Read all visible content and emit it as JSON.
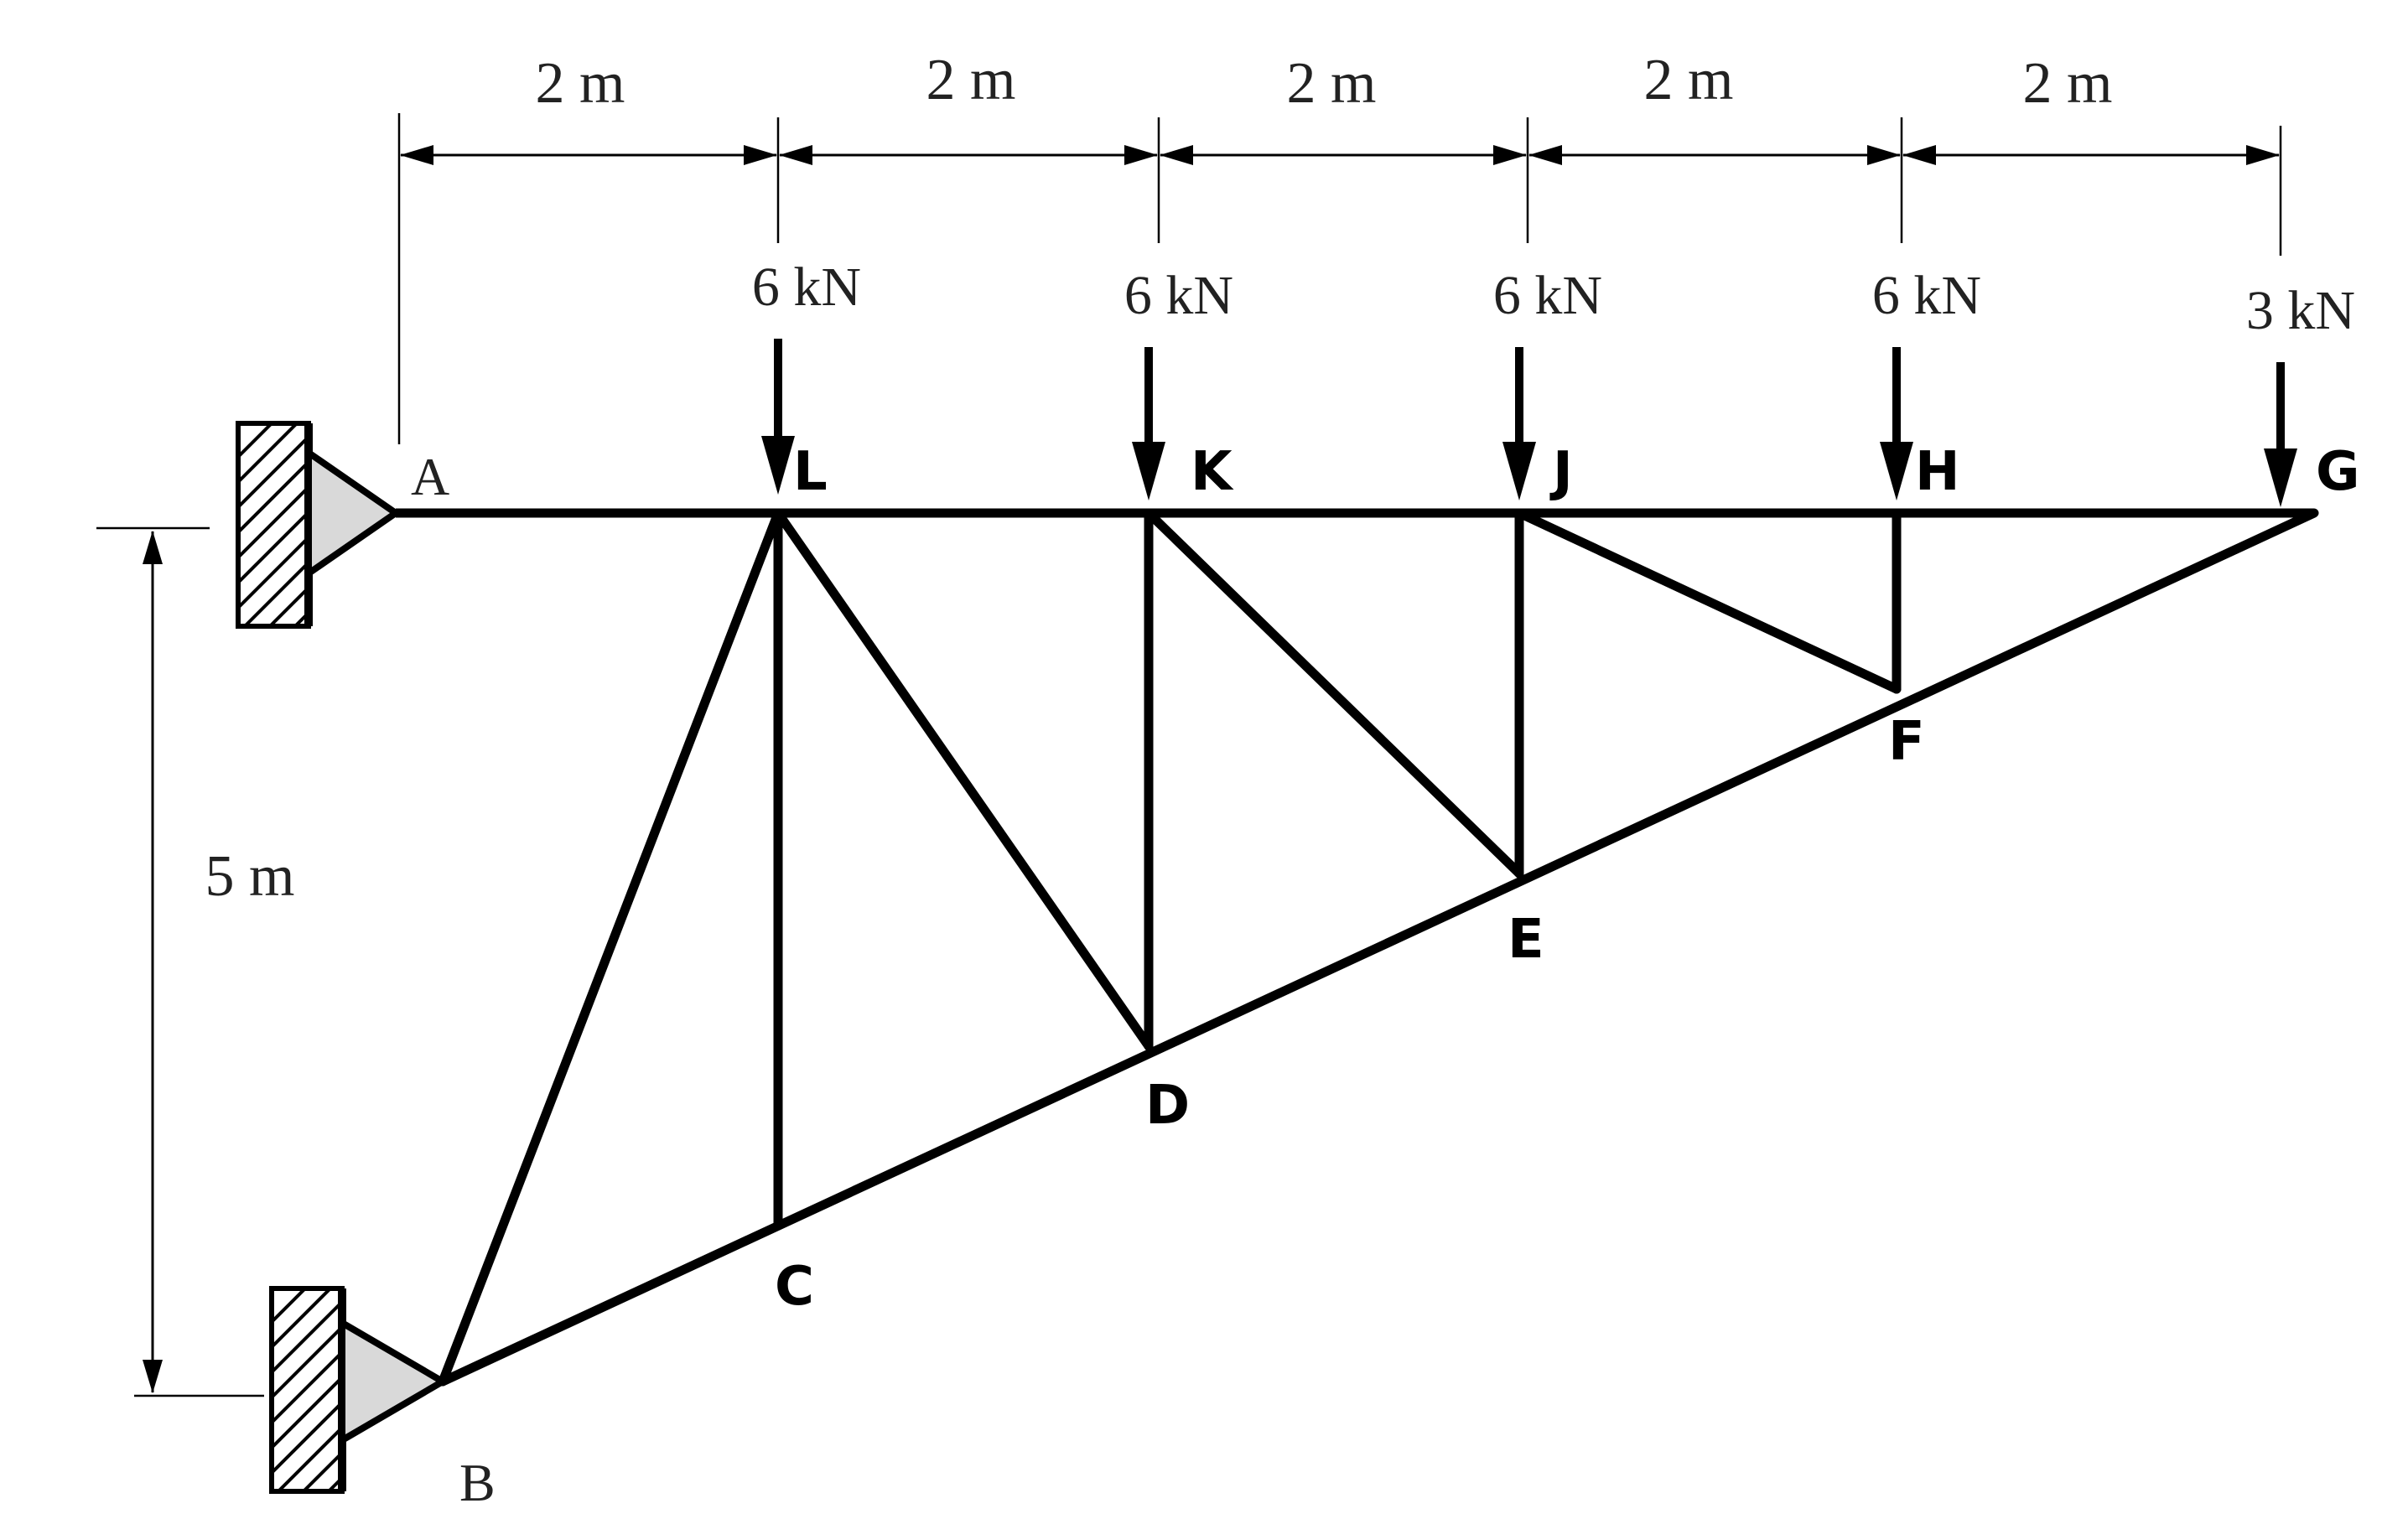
{
  "dimensions": {
    "horizontal": [
      "2 m",
      "2 m",
      "2 m",
      "2 m",
      "2 m"
    ],
    "vertical": "5 m"
  },
  "loads": [
    {
      "node": "L",
      "label": "6 kN"
    },
    {
      "node": "K",
      "label": "6 kN"
    },
    {
      "node": "J",
      "label": "6 kN"
    },
    {
      "node": "H",
      "label": "6 kN"
    },
    {
      "node": "G",
      "label": "3 kN"
    }
  ],
  "nodes": {
    "A": "A",
    "B": "B",
    "C": "C",
    "D": "D",
    "E": "E",
    "F": "F",
    "G": "G",
    "H": "H",
    "J": "J",
    "K": "K",
    "L": "L"
  },
  "supports": [
    {
      "node": "A",
      "type": "pin",
      "wall": "left"
    },
    {
      "node": "B",
      "type": "pin",
      "wall": "left"
    }
  ],
  "members": [
    [
      "A",
      "G"
    ],
    [
      "B",
      "G"
    ],
    [
      "B",
      "L"
    ],
    [
      "L",
      "C"
    ],
    [
      "L",
      "D"
    ],
    [
      "K",
      "D"
    ],
    [
      "K",
      "E"
    ],
    [
      "J",
      "E"
    ],
    [
      "J",
      "F"
    ],
    [
      "H",
      "F"
    ]
  ],
  "colors": {
    "member": "#000000",
    "support_fill": "#d9d9d9",
    "text": "#222222"
  }
}
